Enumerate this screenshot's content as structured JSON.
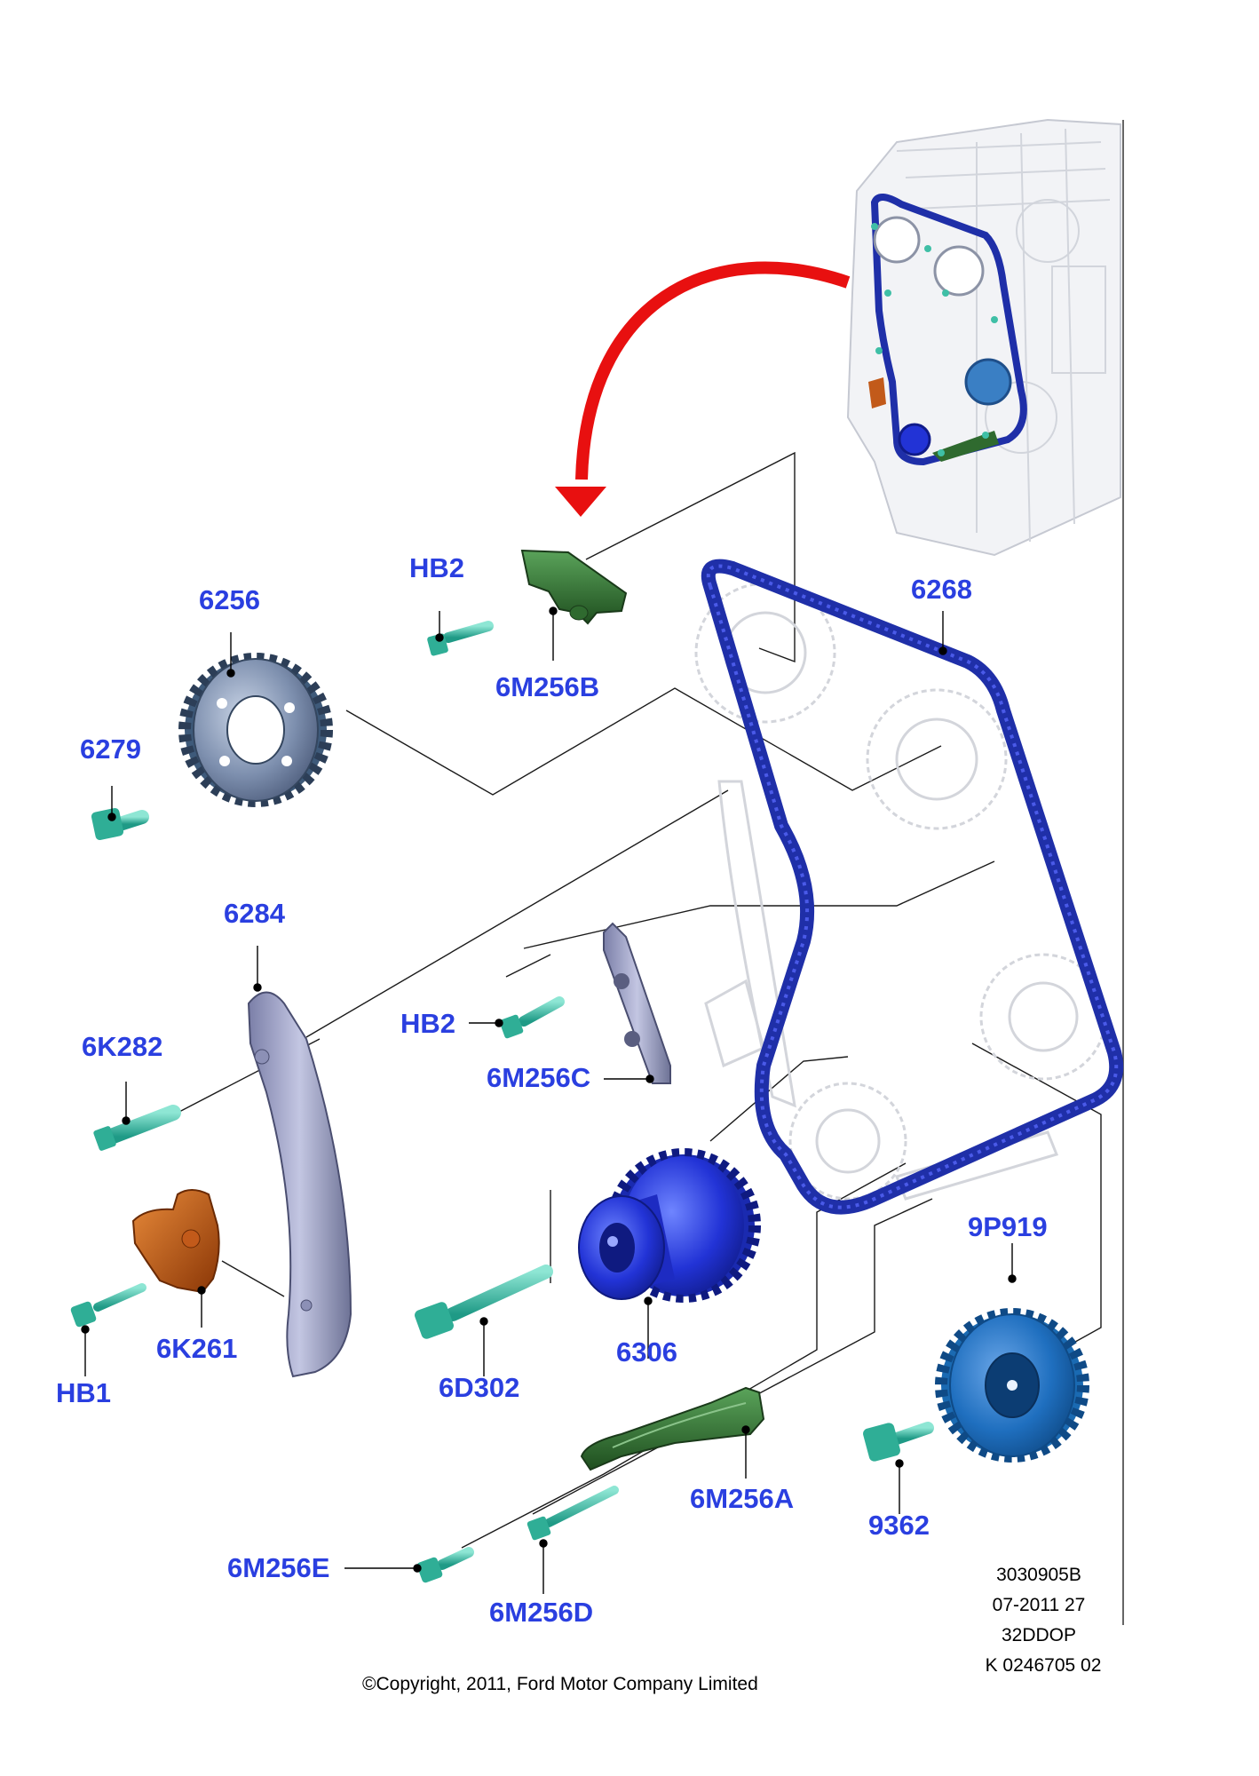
{
  "colors": {
    "label": "#2a3fe0",
    "chain": "#1f2fa8",
    "bolt": "#3fbfa6",
    "guide": "#2f6a2f",
    "tensioner": "#c25a1a",
    "arrow": "#e81010"
  },
  "labels": {
    "hb2_top": "HB2",
    "p6256": "6256",
    "p6M256B": "6M256B",
    "p6268": "6268",
    "p6279": "6279",
    "p6284": "6284",
    "hb2_mid": "HB2",
    "p6K282": "6K282",
    "p6M256C": "6M256C",
    "p9P919": "9P919",
    "p6K261": "6K261",
    "hb1": "HB1",
    "p6306": "6306",
    "p6D302": "6D302",
    "p6M256A": "6M256A",
    "p9362": "9362",
    "p6M256E": "6M256E",
    "p6M256D": "6M256D"
  },
  "reference": {
    "line1": "3030905B",
    "line2": "07-2011 27",
    "line3": "32DDOP",
    "line4": "K 0246705 02"
  },
  "copyright": "©Copyright, 2011, Ford Motor Company Limited"
}
